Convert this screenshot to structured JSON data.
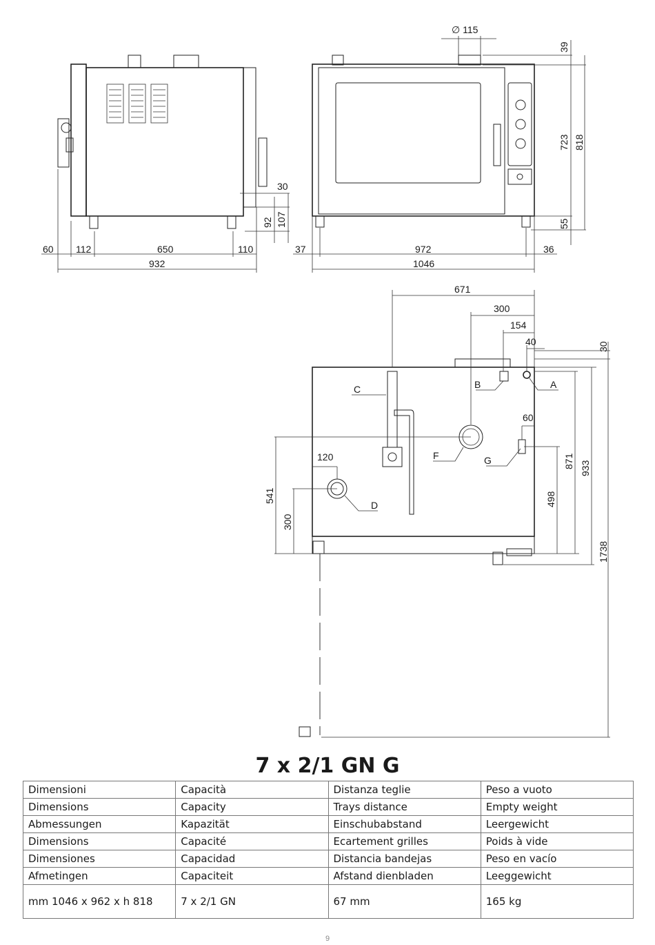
{
  "drawing": {
    "dims": {
      "d115": "∅ 115",
      "d39": "39",
      "d723": "723",
      "d818": "818",
      "d55": "55",
      "d30a": "30",
      "d92": "92",
      "d107": "107",
      "d60": "60",
      "d112": "112",
      "d650": "650",
      "d110": "110",
      "d932": "932",
      "d37": "37",
      "d972": "972",
      "d36": "36",
      "d1046": "1046",
      "d671": "671",
      "d300a": "300",
      "d154": "154",
      "d40": "40",
      "d30b": "30",
      "d60b": "60",
      "d871": "871",
      "d933": "933",
      "d498": "498",
      "d1738": "1738",
      "d120": "120",
      "d541": "541",
      "d300b": "300"
    },
    "labels": {
      "A": "A",
      "B": "B",
      "C": "C",
      "D": "D",
      "F": "F",
      "G": "G"
    }
  },
  "title": "7 x 2/1 GN G",
  "table": {
    "header_rows": [
      [
        "Dimensioni",
        "Capacità",
        "Distanza teglie",
        "Peso a vuoto"
      ],
      [
        "Dimensions",
        "Capacity",
        "Trays distance",
        "Empty weight"
      ],
      [
        "Abmessungen",
        "Kapazität",
        "Einschubabstand",
        "Leergewicht"
      ],
      [
        "Dimensions",
        "Capacité",
        "Ecartement grilles",
        "Poids à vide"
      ],
      [
        "Dimensiones",
        "Capacidad",
        "Distancia bandejas",
        "Peso en vacío"
      ],
      [
        "Afmetingen",
        "Capaciteit",
        "Afstand dienbladen",
        "Leeggewicht"
      ]
    ],
    "values": [
      "mm 1046 x 962 x h 818",
      "7 x 2/1 GN",
      "67 mm",
      "165 kg"
    ]
  },
  "page_number": "9"
}
